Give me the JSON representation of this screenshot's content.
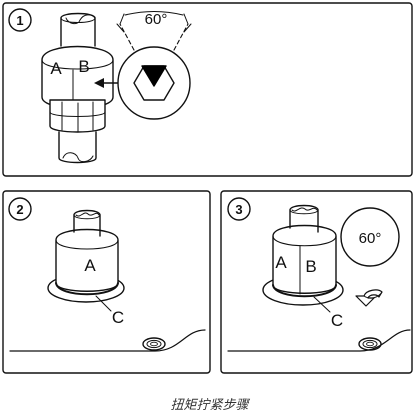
{
  "panels": [
    {
      "step": "1",
      "labels": {
        "a": "A",
        "b": "B"
      },
      "angle": "60°"
    },
    {
      "step": "2",
      "labels": {
        "a": "A",
        "c": "C"
      }
    },
    {
      "step": "3",
      "labels": {
        "a": "A",
        "b": "B",
        "c": "C"
      },
      "angle": "60°"
    }
  ],
  "caption": "扭矩拧紧步骤",
  "colors": {
    "line": "#111111",
    "background": "#ffffff",
    "fill_mark": "#000000"
  }
}
